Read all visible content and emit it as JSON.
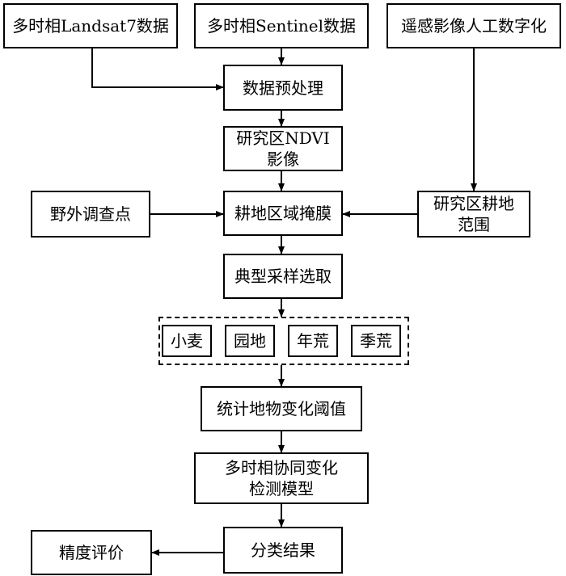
{
  "nodes": {
    "landsat": "多时相Landsat7数据",
    "sentinel": "多时相Sentinel数据",
    "manual": "遥感影像人工数字化",
    "preprocess": "数据预处理",
    "ndvi": "研究区NDVI\n影像",
    "field": "野外调查点",
    "mask": "耕地区域掩膜",
    "cropland": "研究区耕地\n范围",
    "sampling": "典型采样选取",
    "wheat": "小麦",
    "garden": "园地",
    "annual_fallow": "年荒",
    "seasonal_fallow": "季荒",
    "threshold": "统计地物变化阈值",
    "model": "多时相协同变化\n检测模型",
    "result": "分类结果",
    "accuracy": "精度评价"
  },
  "colors": {
    "stroke": "#000000",
    "background": "#ffffff"
  }
}
